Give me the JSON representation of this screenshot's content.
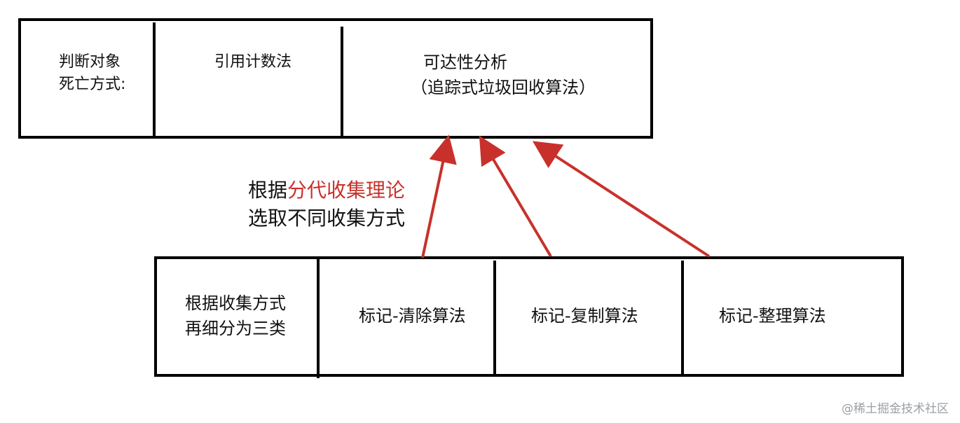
{
  "colors": {
    "arrow": "#c8312b",
    "accent_text": "#c8312b",
    "box_stroke": "#000000",
    "watermark": "#9aa0a6"
  },
  "top_row": {
    "header": [
      "判断对象",
      "死亡方式:"
    ],
    "cells": [
      {
        "lines": [
          "引用计数法"
        ]
      },
      {
        "lines": [
          "可达性分析",
          "（追踪式垃圾回收算法）"
        ]
      }
    ]
  },
  "annotation": {
    "line1_prefix": "根据",
    "line1_highlight": "分代收集理论",
    "line2": "选取不同收集方式"
  },
  "bottom_row": {
    "header": [
      "根据收集方式",
      "再细分为三类"
    ],
    "cells": [
      {
        "label": "标记-清除算法"
      },
      {
        "label": "标记-复制算法"
      },
      {
        "label": "标记-整理算法"
      }
    ]
  },
  "watermark": "@稀土掘金技术社区"
}
